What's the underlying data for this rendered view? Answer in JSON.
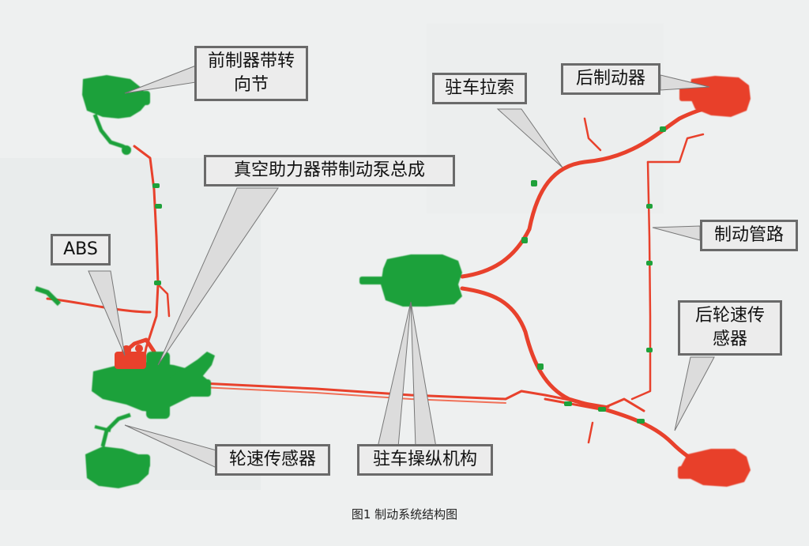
{
  "labels": {
    "front_brake": [
      "前制器带转",
      "向节"
    ],
    "vacuum_booster": "真空助力器带制动泵总成",
    "abs": "ABS",
    "wheel_speed_sensor": "轮速传感器",
    "parking_cable": "驻车拉索",
    "parking_mechanism": "驻车操纵机构",
    "rear_brake": "后制动器",
    "brake_line": "制动管路",
    "rear_wheel_speed_sensor": [
      "后轮速传",
      "感器"
    ]
  },
  "caption": "图1  制动系统结构图",
  "colors": {
    "component": "#1fa13a",
    "pipe": "#e8412c",
    "label_bg": "#ececec",
    "label_border": "#6a6a6a",
    "background": "#eef0f0"
  }
}
